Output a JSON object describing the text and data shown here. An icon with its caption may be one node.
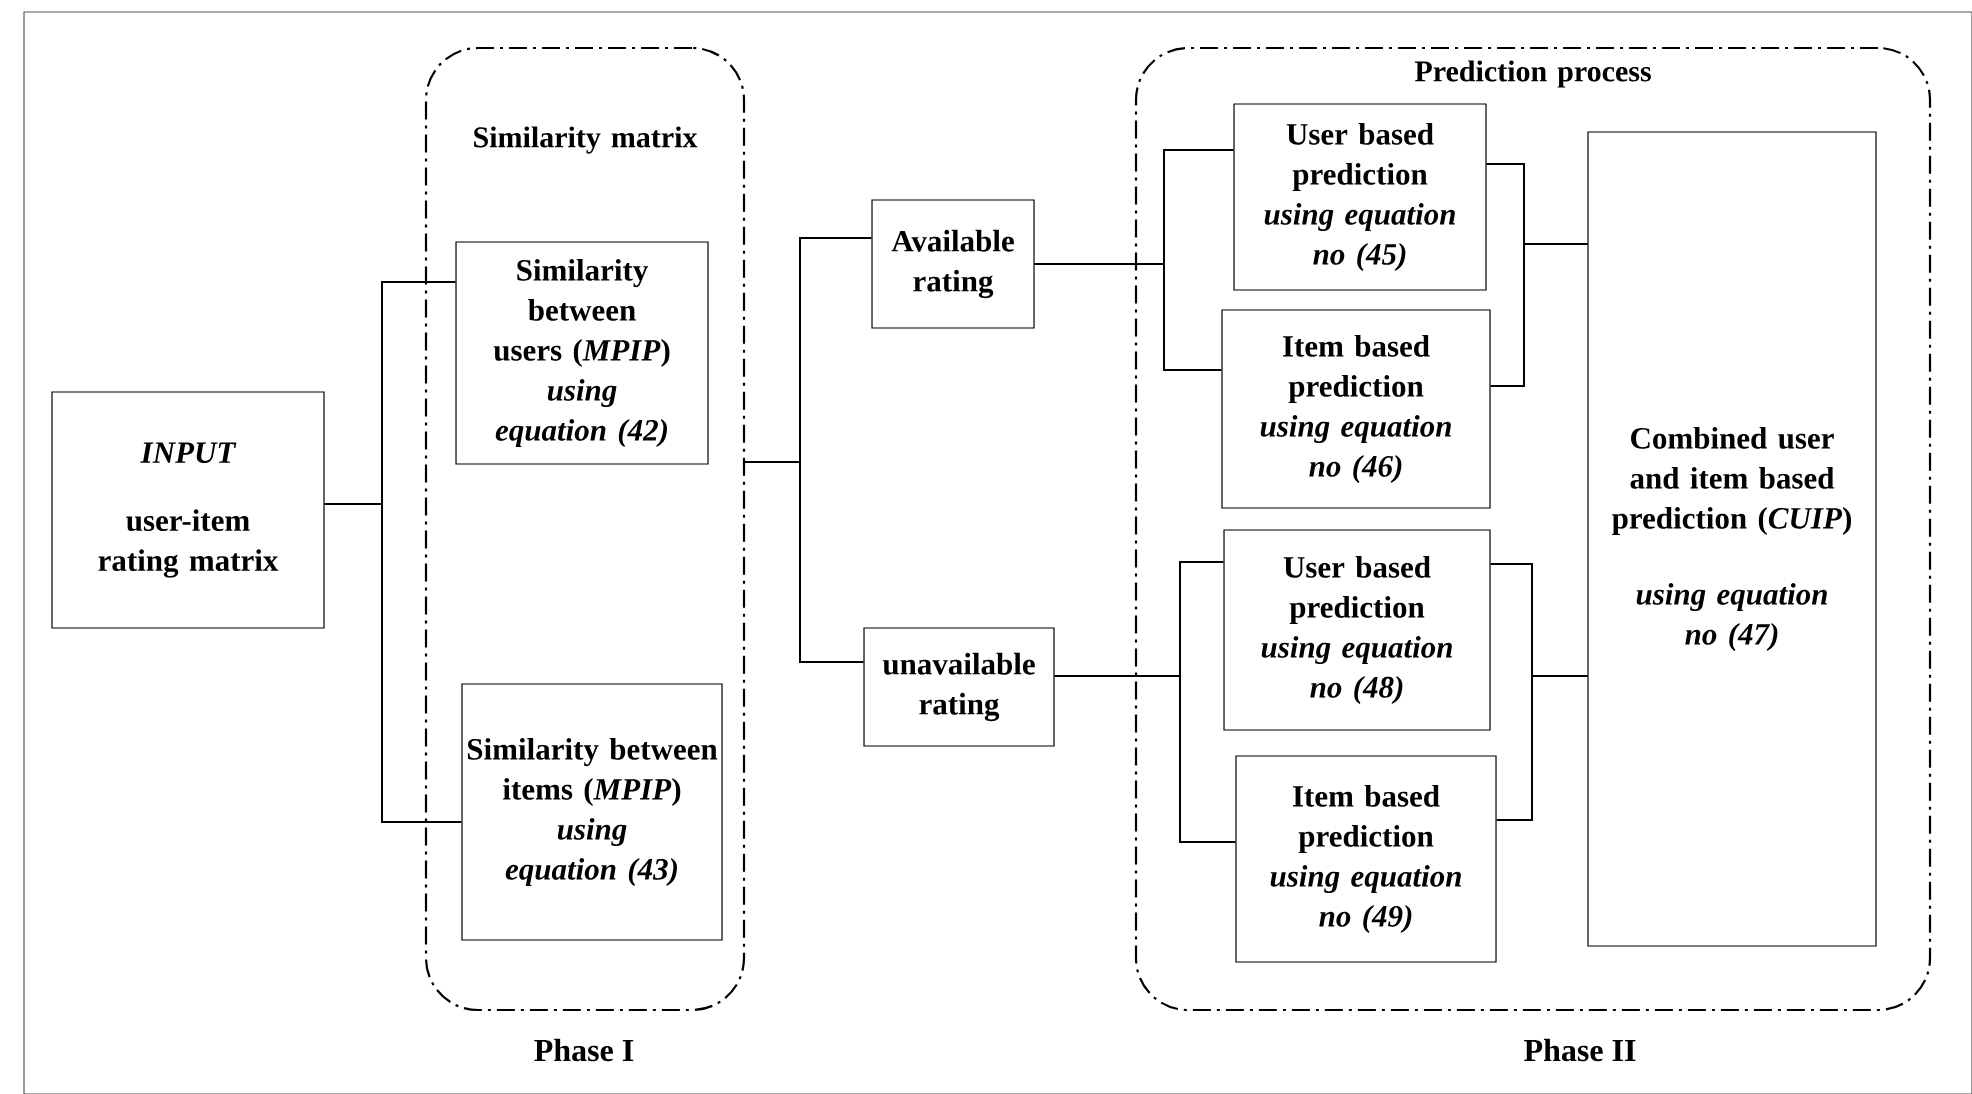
{
  "diagram": {
    "nodes": [
      {
        "text": [
          "INPUT",
          "user-item rating matrix"
        ]
      },
      {
        "text": [
          "Similarity matrix",
          "Phase I"
        ]
      },
      {
        "text": [
          "Similarity between users (*MPIP*)",
          "using equation (42)"
        ],
        "in": 1
      },
      {
        "text": [
          "Similarity between items (*MPIP*)",
          "using equation (43)"
        ],
        "in": 1
      },
      {
        "text": [
          "Available rating"
        ]
      },
      {
        "text": [
          "unavailable rating"
        ]
      },
      {
        "text": [
          "Prediction process",
          "Phase II"
        ]
      },
      {
        "text": [
          "User based prediction",
          "using equation no (45)"
        ],
        "in": 6
      },
      {
        "text": [
          "Item based prediction",
          "using equation no (46)"
        ],
        "in": 6
      },
      {
        "text": [
          "User based prediction",
          "using equation no (48)"
        ],
        "in": 6
      },
      {
        "text": [
          "Item based prediction",
          "using equation no (49)"
        ],
        "in": 6
      },
      {
        "text": [
          "Combined user and item based prediction (*CUIP*)",
          "using equation no (47)"
        ],
        "in": 6
      }
    ],
    "edges": [
      {
        "from": 0,
        "to": 2,
        "arrow": "none"
      },
      {
        "from": 0,
        "to": 3,
        "arrow": "none"
      },
      {
        "from": 1,
        "to": 4,
        "arrow": "none"
      },
      {
        "from": 1,
        "to": 5,
        "arrow": "none"
      },
      {
        "from": 4,
        "to": 7,
        "arrow": "none"
      },
      {
        "from": 4,
        "to": 8,
        "arrow": "none"
      },
      {
        "from": 5,
        "to": 9,
        "arrow": "none"
      },
      {
        "from": 5,
        "to": 10,
        "arrow": "none"
      },
      {
        "from": 7,
        "to": 11,
        "arrow": "none"
      },
      {
        "from": 8,
        "to": 11,
        "arrow": "none"
      },
      {
        "from": 9,
        "to": 11,
        "arrow": "none"
      },
      {
        "from": 10,
        "to": 11,
        "arrow": "none"
      }
    ]
  }
}
